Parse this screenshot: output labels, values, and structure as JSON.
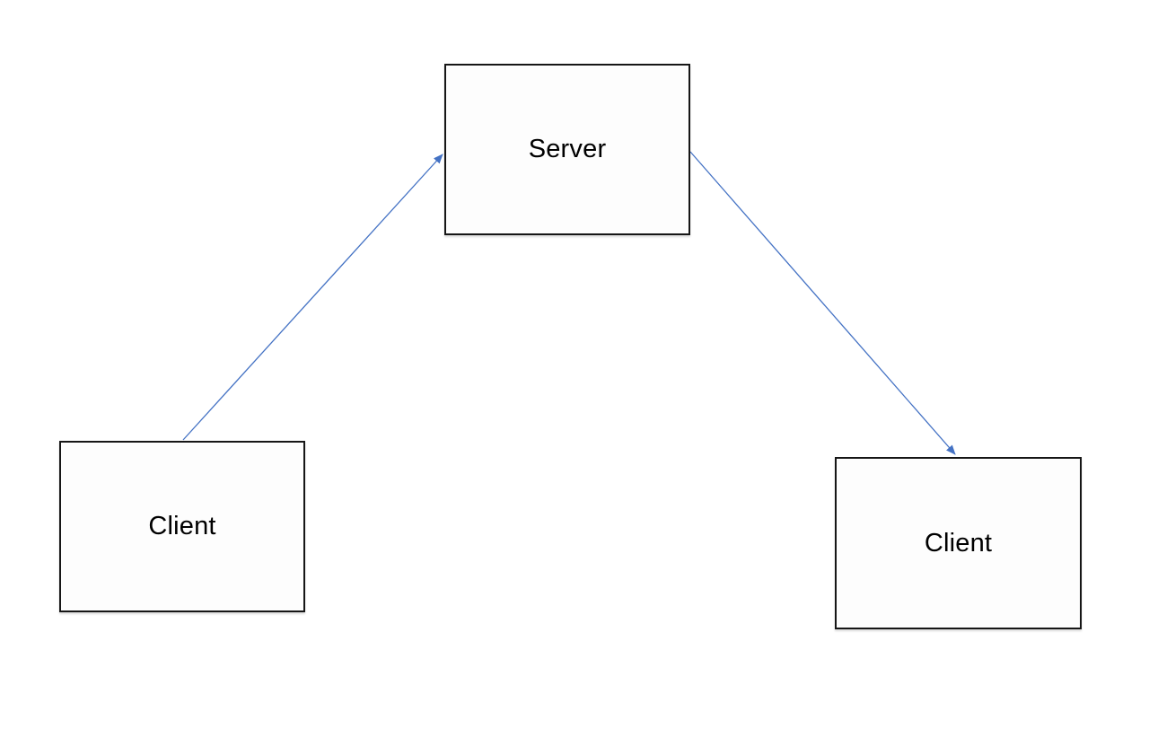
{
  "diagram": {
    "background_color": "#ffffff",
    "node_fill_color": "#fdfdfd",
    "node_border_color": "#161616",
    "connector_color": "#4472c4",
    "nodes": [
      {
        "id": "server",
        "label": "Server",
        "shape": "rectangle"
      },
      {
        "id": "client-left",
        "label": "Client",
        "shape": "rectangle"
      },
      {
        "id": "client-right",
        "label": "Client",
        "shape": "rectangle"
      }
    ],
    "edges": [
      {
        "from": "client-left",
        "to": "server",
        "arrow_at": "server"
      },
      {
        "from": "server",
        "to": "client-right",
        "arrow_at": "client-right"
      }
    ]
  }
}
